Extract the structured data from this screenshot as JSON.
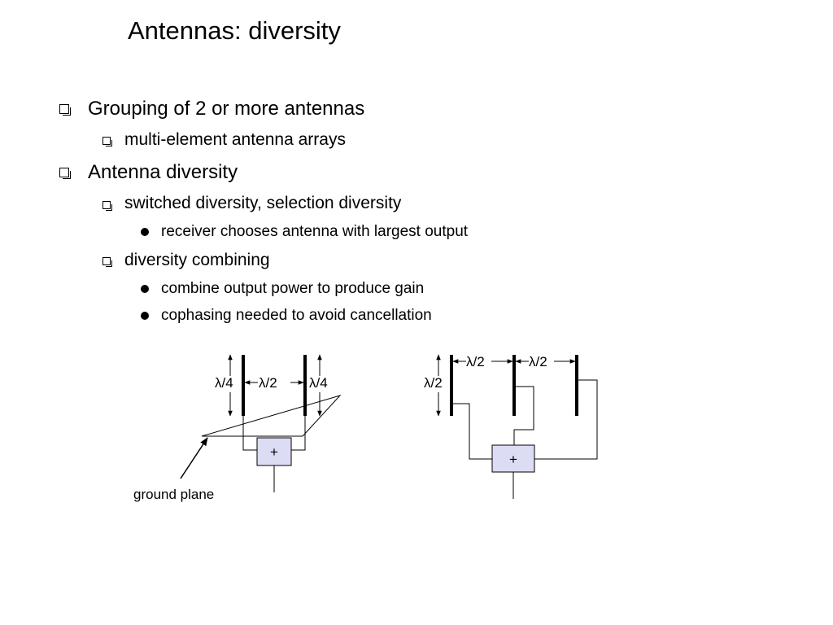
{
  "slide": {
    "title": "Antennas: diversity",
    "bullets": [
      {
        "text": "Grouping of 2 or more antennas"
      },
      {
        "text": "multi-element antenna arrays"
      },
      {
        "text": "Antenna diversity"
      },
      {
        "text": "switched diversity, selection diversity"
      },
      {
        "text": "receiver chooses antenna with largest output"
      },
      {
        "text": "diversity combining"
      },
      {
        "text": "combine output power to produce gain"
      },
      {
        "text": "cophasing needed to avoid cancellation"
      }
    ]
  },
  "diagram_left": {
    "label_left": "λ/4",
    "label_mid": "λ/2",
    "label_right": "λ/4",
    "combiner": "+",
    "ground_label": "ground plane"
  },
  "diagram_right": {
    "label_top1": "λ/2",
    "label_top2": "λ/2",
    "label_side": "λ/2",
    "combiner": "+"
  },
  "colors": {
    "combiner_fill": "#dcdcf5"
  }
}
